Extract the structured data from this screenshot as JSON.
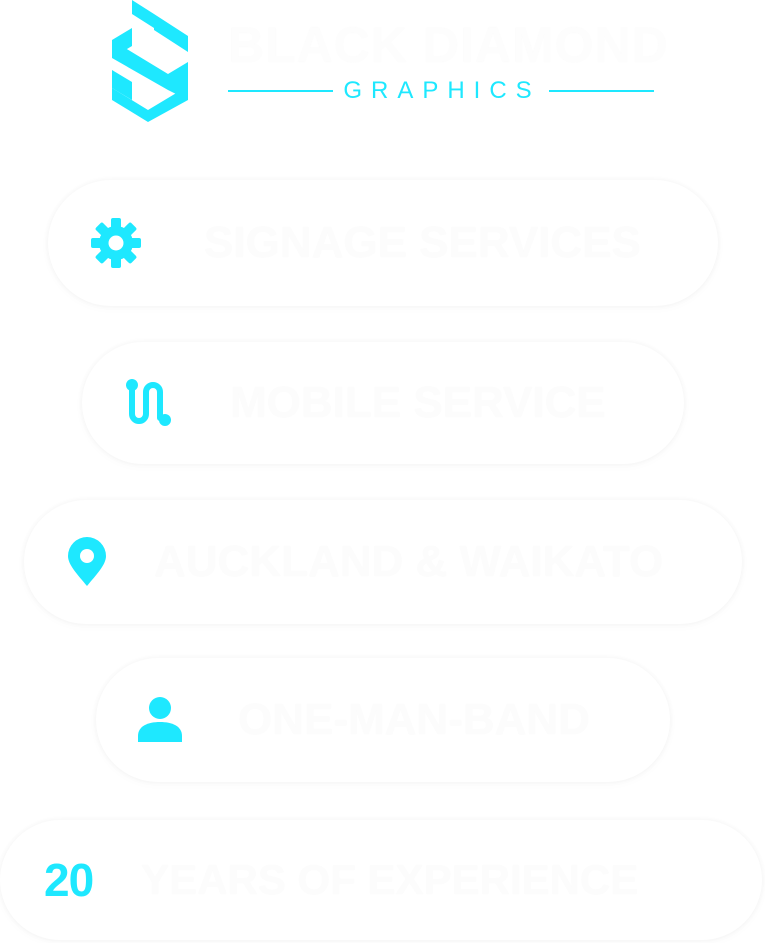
{
  "brand": {
    "name": "BLACK DIAMOND",
    "subtitle": "GRAPHICS",
    "logo_icon": "diamond-s-logo-icon",
    "accent_color": "#1ee8ff"
  },
  "features": [
    {
      "icon": "gear-icon",
      "label": "SIGNAGE SERVICES"
    },
    {
      "icon": "route-icon",
      "label": "MOBILE SERVICE"
    },
    {
      "icon": "map-pin-icon",
      "label": "AUCKLAND & WAIKATO"
    },
    {
      "icon": "person-icon",
      "label": "ONE-MAN-BAND"
    },
    {
      "number": "20",
      "label": "YEARS OF EXPERIENCE"
    }
  ]
}
